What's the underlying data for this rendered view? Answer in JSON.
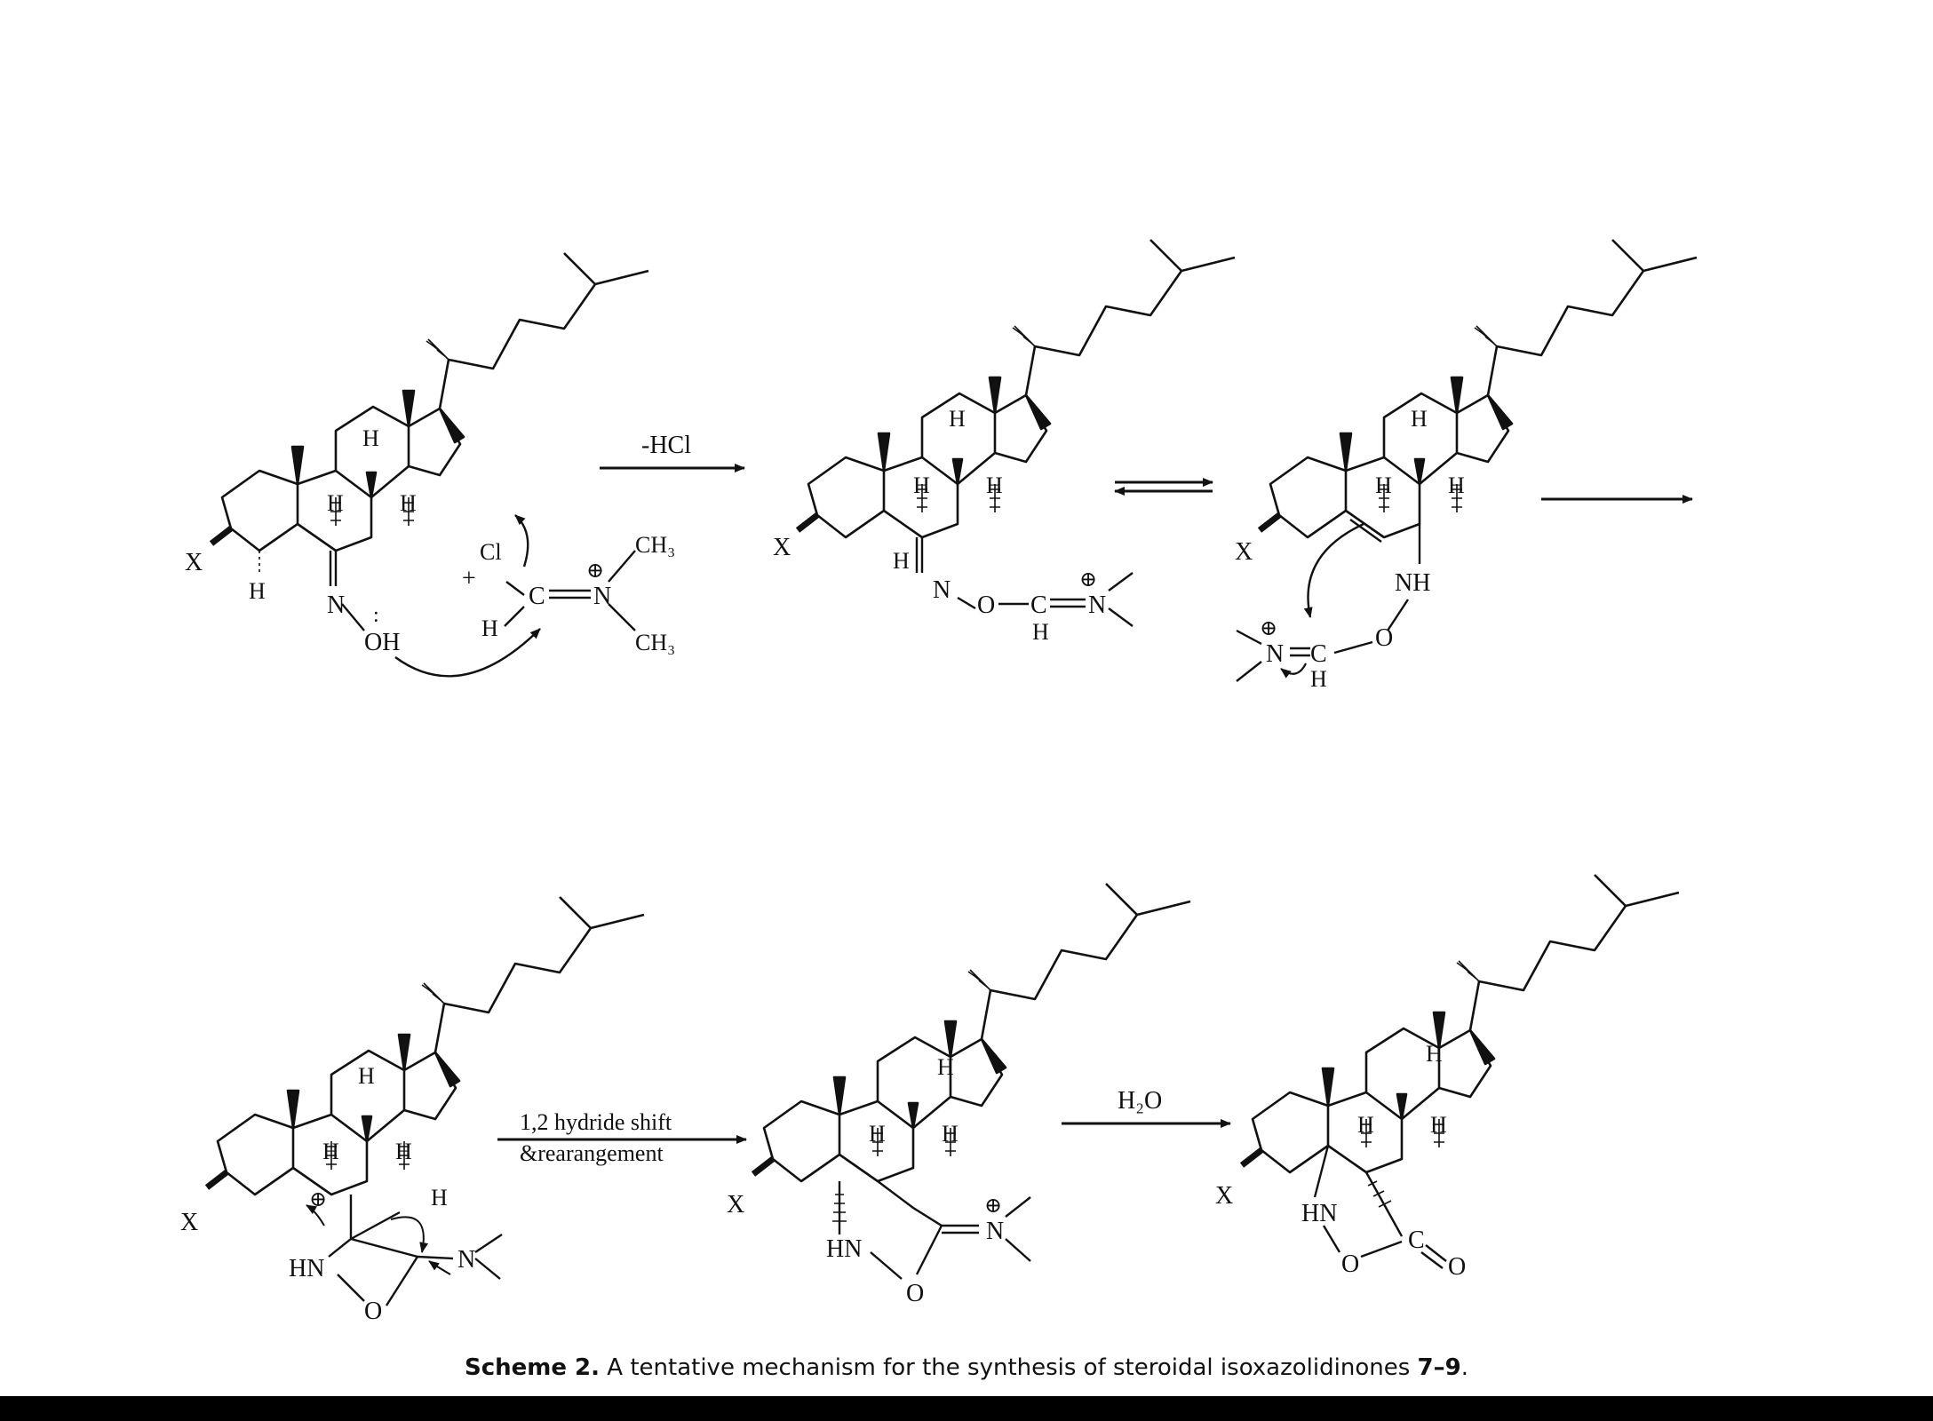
{
  "arrows": {
    "step1": "-HCl",
    "step4_line1": "1,2 hydride shift",
    "step4_line2": "&rearangement",
    "step5": "H₂O"
  },
  "caption": {
    "label": "Scheme 2.",
    "text": "A tentative mechanism for the synthesis of steroidal isoxazolidinones",
    "compounds": "7–9",
    "end": "."
  },
  "colors": {
    "ink": "#111111",
    "background": "#ffffff",
    "bottom_bar": "#000000"
  },
  "atoms": {
    "x": "X",
    "h": "H",
    "n": "N",
    "o": "O",
    "c": "C",
    "oh": "OH",
    "cl": "Cl",
    "nh": "NH",
    "hn": "HN",
    "ch3": "CH₃",
    "plus": "+",
    "cation": "⊕",
    "lone_pair": ":"
  }
}
